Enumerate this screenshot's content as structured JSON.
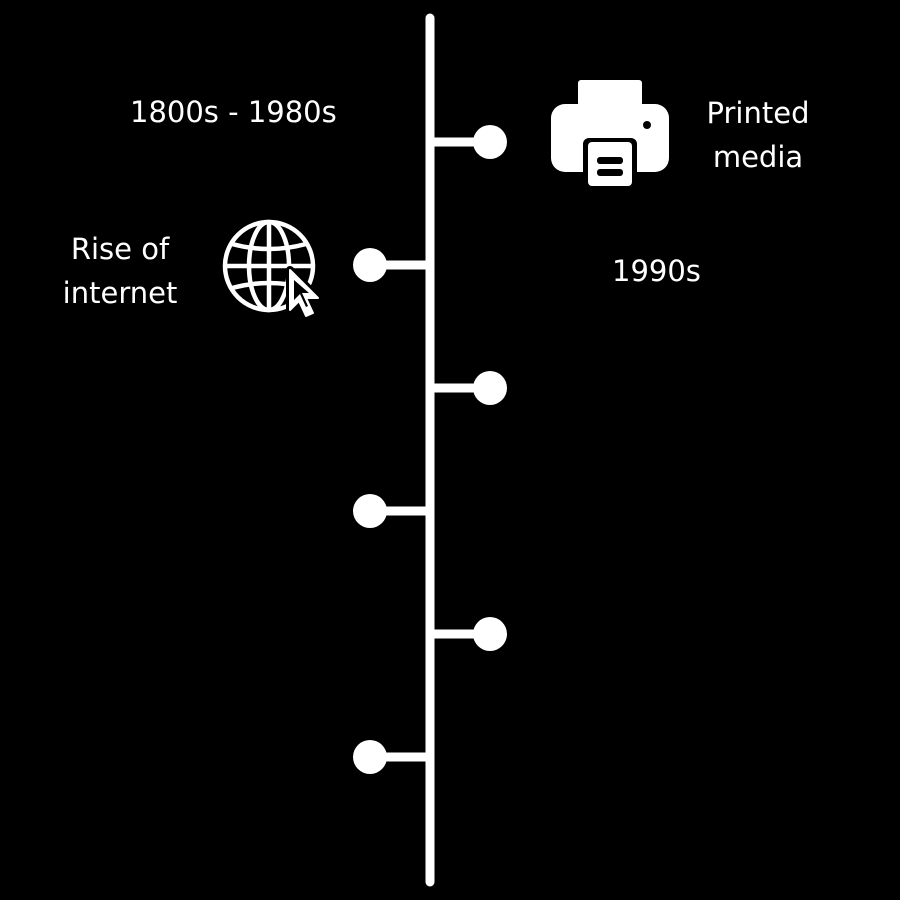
{
  "colors": {
    "background": "#000000",
    "foreground": "#ffffff"
  },
  "events": [
    {
      "period": "1800s - 1980s",
      "title": "Printed media",
      "title_lines": [
        "Printed",
        "media"
      ],
      "icon": "printer-icon"
    },
    {
      "period": "1990s",
      "title": "Rise of internet",
      "title_lines": [
        "Rise of",
        "internet"
      ],
      "icon": "globe-cursor-icon"
    }
  ],
  "nodes": [
    {
      "side": "right"
    },
    {
      "side": "left"
    },
    {
      "side": "right"
    },
    {
      "side": "left"
    },
    {
      "side": "right"
    },
    {
      "side": "left"
    }
  ]
}
